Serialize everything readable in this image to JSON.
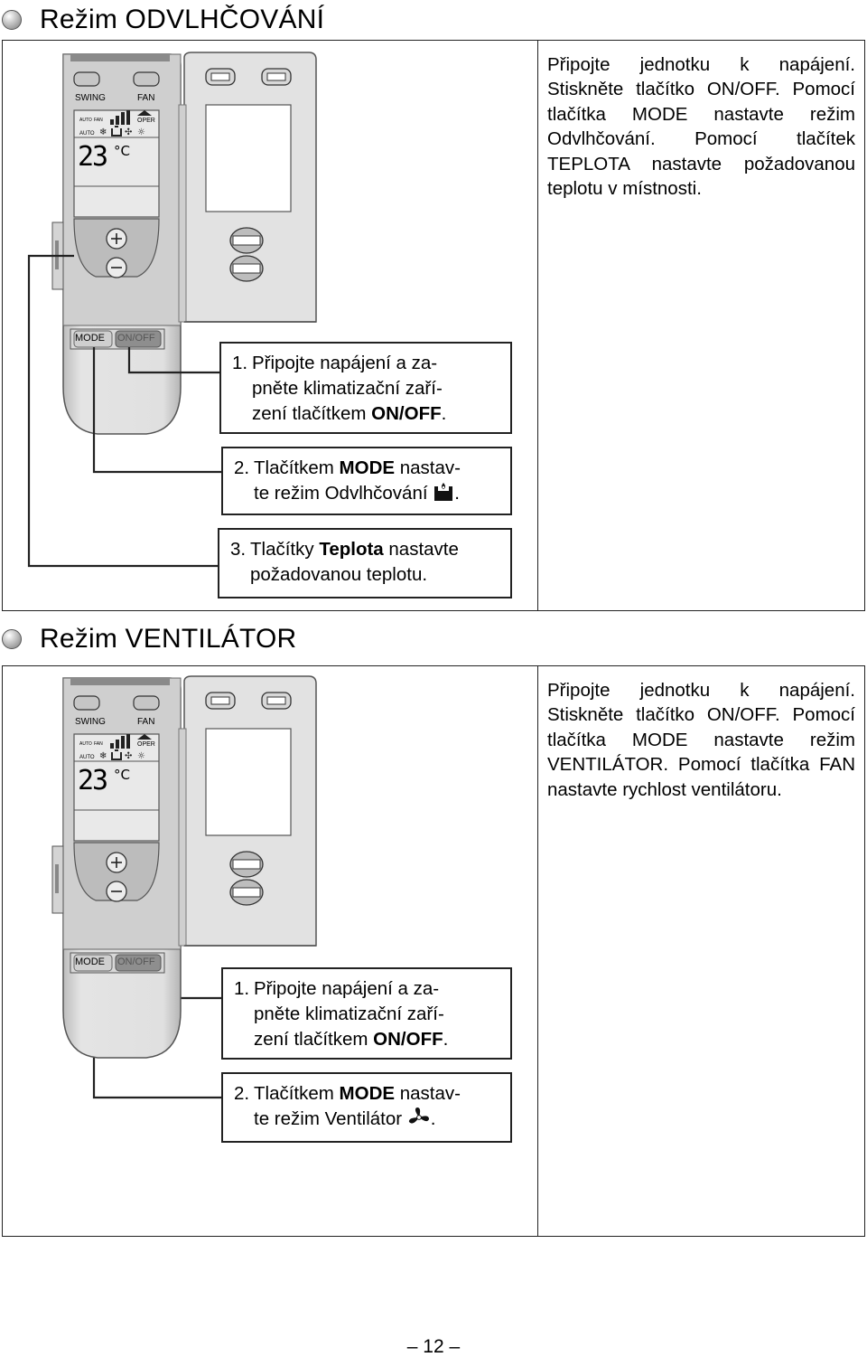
{
  "sections": [
    {
      "title": "Režim ODVLHČOVÁNÍ",
      "description": "Připojte jednotku k napájení. Stiskněte tlačítko ON/OFF. Pomocí tlačítka MODE nastavte režim Odvlhčování. Pomocí tlačítek TEPLOTA nastavte požadovanou teplotu v místnosti.",
      "remote": {
        "swing_label": "SWING",
        "fan_label": "FAN",
        "display_auto_top": "AUTO",
        "display_fan_top": "FAN",
        "display_oper": "OPER",
        "display_auto": "AUTO",
        "display_temp": "23",
        "display_unit": "°C",
        "mode_label": "MODE",
        "onoff_label": "ON/OFF"
      },
      "steps": [
        {
          "num": "1.",
          "line1": "Připojte napájení a za-",
          "line2": "pněte klimatizační zaří-",
          "line3_pre": "zení tlačítkem ",
          "line3_bold": "ON/OFF",
          "line3_post": "."
        },
        {
          "num": "2.",
          "line1_pre": "Tlačítkem ",
          "line1_bold": "MODE",
          "line1_post": " nastav-",
          "line2_pre": "te režim Odvlhčování ",
          "line2_post": ".",
          "icon": "dehumidify-icon"
        },
        {
          "num": "3.",
          "line1_pre": "Tlačítky ",
          "line1_bold": "Teplota",
          "line1_post": " nastavte",
          "line2": "požadovanou teplotu."
        }
      ]
    },
    {
      "title": "Režim VENTILÁTOR",
      "description": "Připojte jednotku k napájení. Stiskněte tlačítko ON/OFF. Pomocí tlačítka MODE nastavte režim VENTILÁTOR. Pomocí tlačítka FAN nastavte rychlost ventilátoru.",
      "remote": {
        "swing_label": "SWING",
        "fan_label": "FAN",
        "display_auto_top": "AUTO",
        "display_fan_top": "FAN",
        "display_oper": "OPER",
        "display_auto": "AUTO",
        "display_temp": "23",
        "display_unit": "°C",
        "mode_label": "MODE",
        "onoff_label": "ON/OFF"
      },
      "steps": [
        {
          "num": "1.",
          "line1": "Připojte napájení a za-",
          "line2": "pněte klimatizační zaří-",
          "line3_pre": "zení tlačítkem ",
          "line3_bold": "ON/OFF",
          "line3_post": "."
        },
        {
          "num": "2.",
          "line1_pre": "Tlačítkem ",
          "line1_bold": "MODE",
          "line1_post": " nastav-",
          "line2_pre": "te režim Ventilátor ",
          "line2_post": ".",
          "icon": "fan-icon"
        }
      ]
    }
  ],
  "page_number": "– 12 –"
}
